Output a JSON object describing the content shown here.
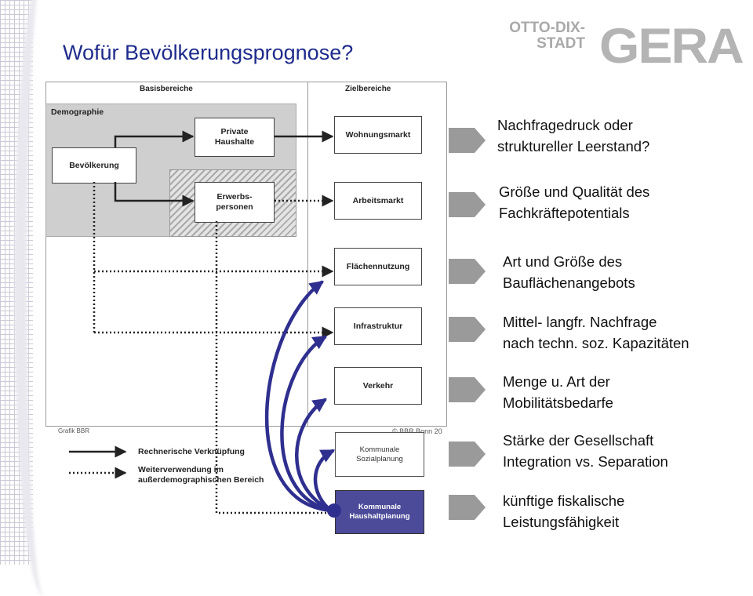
{
  "title": "Wofür Bevölkerungsprognose?",
  "logo": {
    "small_text": "OTTO-DIX-\nSTADT",
    "big_text": "GERA"
  },
  "diagram": {
    "headers": {
      "basis": "Basisbereiche",
      "ziel": "Zielbereiche"
    },
    "demographie_label": "Demographie",
    "boxes": {
      "bevoelkerung": "Bevölkerung",
      "private_haushalte": "Private\nHaushalte",
      "erwerbspersonen": "Erwerbs-\npersonen",
      "wohnungsmarkt": "Wohnungsmarkt",
      "arbeitsmarkt": "Arbeitsmarkt",
      "flaechennutzung": "Flächennutzung",
      "infrastruktur": "Infrastruktur",
      "verkehr": "Verkehr"
    },
    "source_note": "Grafik BBR",
    "copyright_note": "© BBR Bonn 20",
    "legend": {
      "solid": "Rechnerische Verknüpfung",
      "dotted": "Weiterverwendung im\naußerdemographischen Bereich"
    },
    "kommunale_sozialplanung": "Kommunale\nSozialplanung",
    "kommunale_haushaltplanung": "Kommunale\nHaushaltplanung"
  },
  "targets": [
    "Nachfragedruck oder\nstruktureller Leerstand?",
    "Größe und Qualität des\nFachkräftepotentials",
    "Art und Größe des\nBauflächenangebots",
    "Mittel- langfr. Nachfrage\nnach techn. soz. Kapazitäten",
    "Menge u. Art der\nMobilitätsbedarfe",
    "Stärke der Gesellschaft\nIntegration vs. Separation",
    "künftige fiskalische\nLeistungsfähigkeit"
  ],
  "colors": {
    "title": "#1f2b8c",
    "curve_arrows": "#2f2f8f",
    "target_arrows": "#9a9a9a",
    "haushalt_box": "#4c4b9a"
  }
}
